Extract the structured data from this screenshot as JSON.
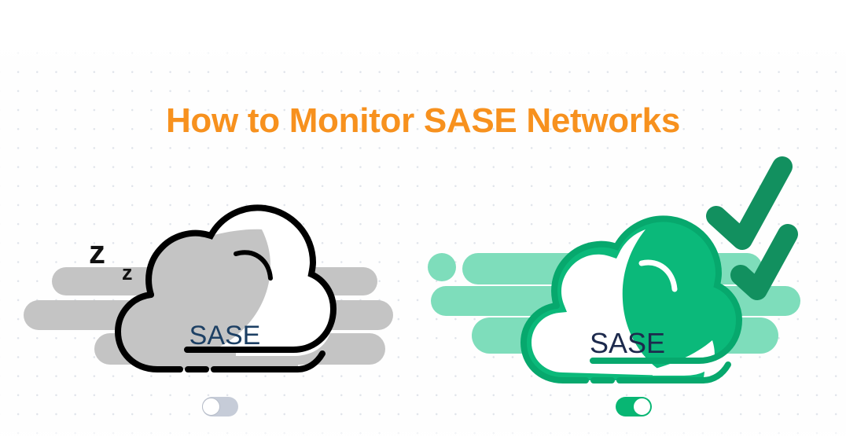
{
  "page": {
    "title": "How to Monitor SASE Networks",
    "background_color": "#fefefe",
    "dot_grid_color": "#dfe3ea"
  },
  "header": {
    "title": "How to Monitor SASE Networks",
    "title_color": "#f7911e"
  },
  "panels": [
    {
      "id": "unmonitored",
      "state_label": "off",
      "cloud_label": "SASE",
      "cloud_label_color": "#1d4064",
      "cloud_fill_color": "#c4c4c4",
      "cloud_outline_color": "#000000",
      "cloud_highlight_color": "#ffffff",
      "bars_color": "#c4c4c4",
      "sleep_marks": [
        "z",
        "z"
      ],
      "toggle": {
        "on": false,
        "track_color": "#c6ccd8",
        "knob_color": "#ffffff"
      },
      "checkmarks": 0
    },
    {
      "id": "monitored",
      "state_label": "on",
      "cloud_label": "SASE",
      "cloud_label_color": "#1d2a4d",
      "cloud_fill_color": "#0bb97a",
      "cloud_outline_color": "#0bb97a",
      "cloud_highlight_color": "#ffffff",
      "bars_color": "#7eddbb",
      "sleep_marks": [],
      "toggle": {
        "on": true,
        "track_color": "#08b673",
        "knob_color": "#ffffff"
      },
      "checkmarks": 2,
      "checkmark_color": "#12905f"
    }
  ],
  "colors": {
    "orange": "#f7911e",
    "green": "#0bb97a",
    "green_dark": "#12905f",
    "green_light": "#7eddbb",
    "grey": "#c4c4c4",
    "grey_toggle": "#c6ccd8",
    "navy": "#1d4064",
    "navy_right": "#1d2a4d",
    "black": "#000000",
    "white": "#ffffff"
  }
}
